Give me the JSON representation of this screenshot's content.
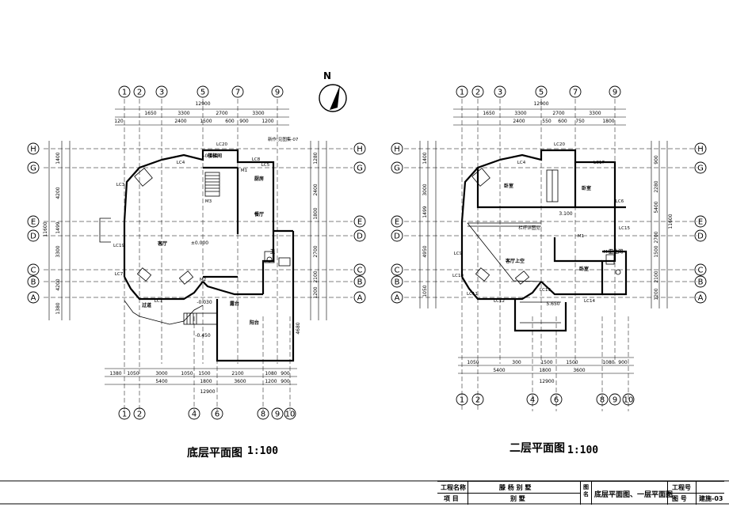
{
  "north": {
    "label": "N"
  },
  "left_plan": {
    "title": "底层平面图",
    "scale": "1:100",
    "axes_top": [
      "1",
      "2",
      "3",
      "5",
      "7",
      "9"
    ],
    "axes_bottom": [
      "1",
      "2",
      "4",
      "6",
      "8",
      "9",
      "10"
    ],
    "axes_side": [
      "H",
      "G",
      "E",
      "D",
      "C",
      "B",
      "A"
    ],
    "dims_top_total": "12900",
    "dims_top_row1": [
      "1650",
      "3300",
      "2700",
      "3300"
    ],
    "dims_top_row2": [
      "2400",
      "1500",
      "600",
      "900",
      "1200"
    ],
    "dims_top_left": "120",
    "dims_left": [
      "1400",
      "4200",
      "1499",
      "3300",
      "4200",
      "1380"
    ],
    "dims_left_total": "11600",
    "dims_right": [
      "1280",
      "2400",
      "1800",
      "2700",
      "2100",
      "1200"
    ],
    "dims_right_extra": "4680",
    "dims_bottom_row1": [
      "1380",
      "1050",
      "3000",
      "1050",
      "1500",
      "2100",
      "1080",
      "900"
    ],
    "dims_bottom_row2": [
      "5400",
      "1800",
      "3600",
      "1200",
      "900"
    ],
    "dims_bottom_total": "12900",
    "rooms": [
      "客厅",
      "餐厅",
      "厨房",
      "阳台",
      "楼梯间",
      "过道",
      "露台",
      "卫"
    ],
    "levels": [
      "±0.000",
      "-0.030",
      "-0.450",
      "-0.450"
    ],
    "tags": [
      "LC20",
      "LC4",
      "LC5",
      "LC1",
      "LC19",
      "LC7",
      "LC3",
      "M1",
      "M2",
      "M3",
      "LC8"
    ],
    "note": "新作:见图集-07"
  },
  "right_plan": {
    "title": "二层平面图",
    "scale": "1:100",
    "axes_top": [
      "1",
      "2",
      "3",
      "5",
      "7",
      "9"
    ],
    "axes_bottom": [
      "1",
      "2",
      "4",
      "6",
      "8",
      "9",
      "10"
    ],
    "axes_side": [
      "H",
      "G",
      "E",
      "D",
      "C",
      "B",
      "A"
    ],
    "dims_top_total": "12900",
    "dims_top_row1": [
      "1650",
      "3300",
      "2700",
      "3300"
    ],
    "dims_top_row2": [
      "2400",
      "550",
      "600",
      "750",
      "1800"
    ],
    "dims_left": [
      "1400",
      "3000",
      "1499",
      "4950",
      "1050"
    ],
    "dims_right": [
      "900",
      "2280",
      "5400",
      "1500",
      "2700",
      "2100",
      "1200"
    ],
    "dims_right_total": "11600",
    "dims_bottom_row1": [
      "1050",
      "300",
      "1500",
      "1500",
      "1080",
      "900"
    ],
    "dims_bottom_row2": [
      "5400",
      "1800",
      "3600"
    ],
    "dims_bottom_total": "12900",
    "rooms": [
      "卧室",
      "卧室",
      "卧室",
      "客厅上空",
      "卫生间"
    ],
    "levels": [
      "3.100",
      "5.650"
    ],
    "tags": [
      "LC20",
      "LC4",
      "LC17",
      "LC6",
      "LC9",
      "LC10",
      "LC11",
      "LC12",
      "LC13",
      "LC14",
      "LC15",
      "M1",
      "M4"
    ],
    "note": "栏杆详图见"
  },
  "title_block": {
    "project_name_label": "工程名称",
    "project_name_value": "滕 杨 别 墅",
    "item_label": "项 目",
    "item_value": "别 墅",
    "drawing_label": "图名",
    "drawing_value": "底层平面图、一层平面图",
    "job_no_label": "工程号",
    "sheet_no_label": "图 号",
    "sheet_no_value": "建施-03"
  }
}
